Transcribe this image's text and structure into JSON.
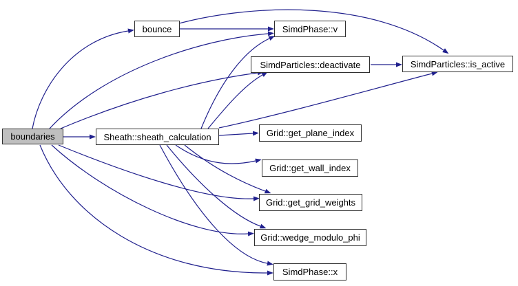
{
  "diagram": {
    "type": "call-graph",
    "colors": {
      "background": "#ffffff",
      "edge": "#20208d",
      "node_border": "#2e2e2e",
      "node_fill": "#ffffff",
      "root_node_fill": "#bfbfbf",
      "text": "#000000"
    },
    "nodes": {
      "boundaries": {
        "label": "boundaries"
      },
      "bounce": {
        "label": "bounce"
      },
      "sheath": {
        "label": "Sheath::sheath_calculation"
      },
      "phase_v": {
        "label": "SimdPhase::v"
      },
      "deactivate": {
        "label": "SimdParticles::deactivate"
      },
      "is_active": {
        "label": "SimdParticles::is_active"
      },
      "plane_index": {
        "label": "Grid::get_plane_index"
      },
      "wall_index": {
        "label": "Grid::get_wall_index"
      },
      "grid_weights": {
        "label": "Grid::get_grid_weights"
      },
      "wedge_modulo": {
        "label": "Grid::wedge_modulo_phi"
      },
      "phase_x": {
        "label": "SimdPhase::x"
      }
    },
    "edges": [
      {
        "from": "boundaries",
        "to": "bounce"
      },
      {
        "from": "boundaries",
        "to": "Sheath::sheath_calculation"
      },
      {
        "from": "boundaries",
        "to": "SimdPhase::v"
      },
      {
        "from": "boundaries",
        "to": "SimdParticles::deactivate"
      },
      {
        "from": "boundaries",
        "to": "Grid::get_grid_weights"
      },
      {
        "from": "boundaries",
        "to": "Grid::wedge_modulo_phi"
      },
      {
        "from": "boundaries",
        "to": "SimdPhase::x"
      },
      {
        "from": "bounce",
        "to": "SimdPhase::v"
      },
      {
        "from": "bounce",
        "to": "SimdParticles::is_active"
      },
      {
        "from": "Sheath::sheath_calculation",
        "to": "SimdPhase::v"
      },
      {
        "from": "Sheath::sheath_calculation",
        "to": "SimdParticles::deactivate"
      },
      {
        "from": "Sheath::sheath_calculation",
        "to": "SimdParticles::is_active"
      },
      {
        "from": "Sheath::sheath_calculation",
        "to": "Grid::get_plane_index"
      },
      {
        "from": "Sheath::sheath_calculation",
        "to": "Grid::get_wall_index"
      },
      {
        "from": "Sheath::sheath_calculation",
        "to": "Grid::get_grid_weights"
      },
      {
        "from": "Sheath::sheath_calculation",
        "to": "Grid::wedge_modulo_phi"
      },
      {
        "from": "Sheath::sheath_calculation",
        "to": "SimdPhase::x"
      },
      {
        "from": "SimdParticles::deactivate",
        "to": "SimdParticles::is_active"
      }
    ]
  }
}
